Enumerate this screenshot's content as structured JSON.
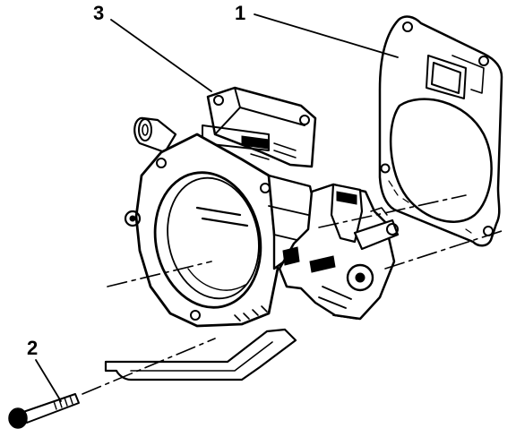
{
  "callouts": [
    {
      "label": "1",
      "part": "gasket"
    },
    {
      "label": "2",
      "part": "bolt"
    },
    {
      "label": "3",
      "part": "throttle-body"
    }
  ],
  "colors": {
    "ink": "#000000",
    "paper": "#ffffff"
  }
}
